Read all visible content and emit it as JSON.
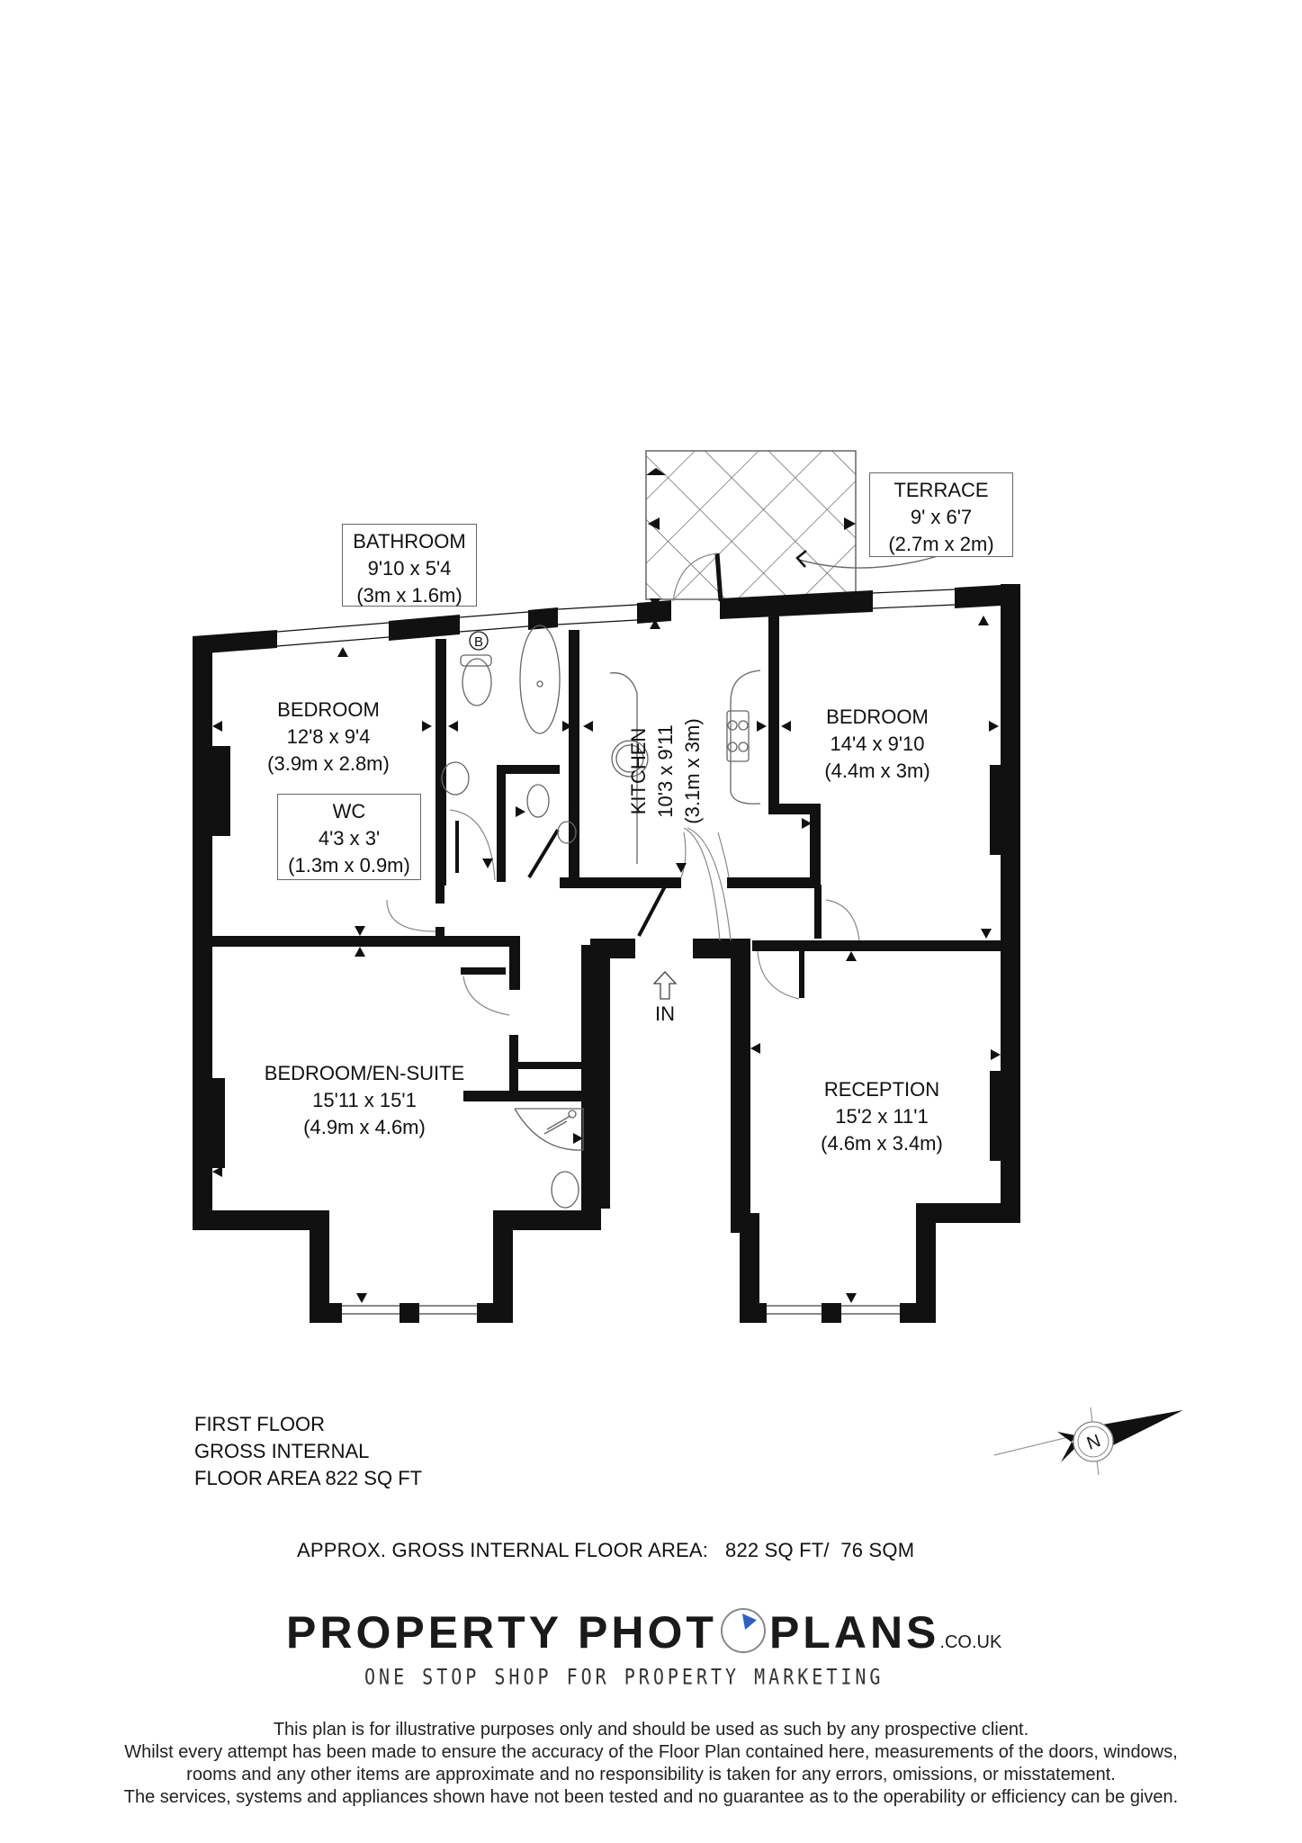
{
  "floor_plan": {
    "rooms": [
      {
        "id": "bathroom",
        "name": "BATHROOM",
        "imperial": "9'10 x 5'4",
        "metric": "(3m x 1.6m)"
      },
      {
        "id": "terrace",
        "name": "TERRACE",
        "imperial": "9' x 6'7",
        "metric": "(2.7m x 2m)"
      },
      {
        "id": "bedroom-1",
        "name": "BEDROOM",
        "imperial": "12'8 x 9'4",
        "metric": "(3.9m x 2.8m)"
      },
      {
        "id": "wc",
        "name": "WC",
        "imperial": "4'3 x 3'",
        "metric": "(1.3m x 0.9m)"
      },
      {
        "id": "kitchen",
        "name": "KITCHEN",
        "imperial": "10'3 x 9'11",
        "metric": "(3.1m x 3m)"
      },
      {
        "id": "bedroom-2",
        "name": "BEDROOM",
        "imperial": "14'4 x 9'10",
        "metric": "(4.4m x 3m)"
      },
      {
        "id": "bedroom-ensuite",
        "name": "BEDROOM/EN-SUITE",
        "imperial": "15'11 x 15'1",
        "metric": "(4.9m x 4.6m)"
      },
      {
        "id": "reception",
        "name": "RECEPTION",
        "imperial": "15'2 x 11'1",
        "metric": "(4.6m x 3.4m)"
      }
    ],
    "boiler_label": "B",
    "entrance_label": "IN",
    "compass_label": "N"
  },
  "floor_info": {
    "line1": "FIRST FLOOR",
    "line2": "GROSS INTERNAL",
    "line3": "FLOOR AREA 822 SQ FT"
  },
  "approx_area": {
    "label": "APPROX. GROSS INTERNAL FLOOR AREA:",
    "sqft": "822 SQ FT/",
    "sqm": "76 SQM"
  },
  "brand": {
    "part1": "PROPERTY PHOT",
    "part2": "PLANS",
    "suffix": ".CO.UK",
    "tagline": "ONE STOP SHOP FOR PROPERTY MARKETING",
    "accent_color": "#2f5fc0"
  },
  "disclaimer": [
    "This plan is for illustrative purposes only and should be used as such by any prospective client.",
    "Whilst every attempt has been made to ensure the accuracy of the Floor Plan contained here, measurements of the doors, windows,",
    "rooms and any other items are approximate and no responsibility is taken for any errors, omissions, or misstatement.",
    "The services, systems and appliances shown have not been tested and no guarantee as to the operability or efficiency can be given."
  ]
}
